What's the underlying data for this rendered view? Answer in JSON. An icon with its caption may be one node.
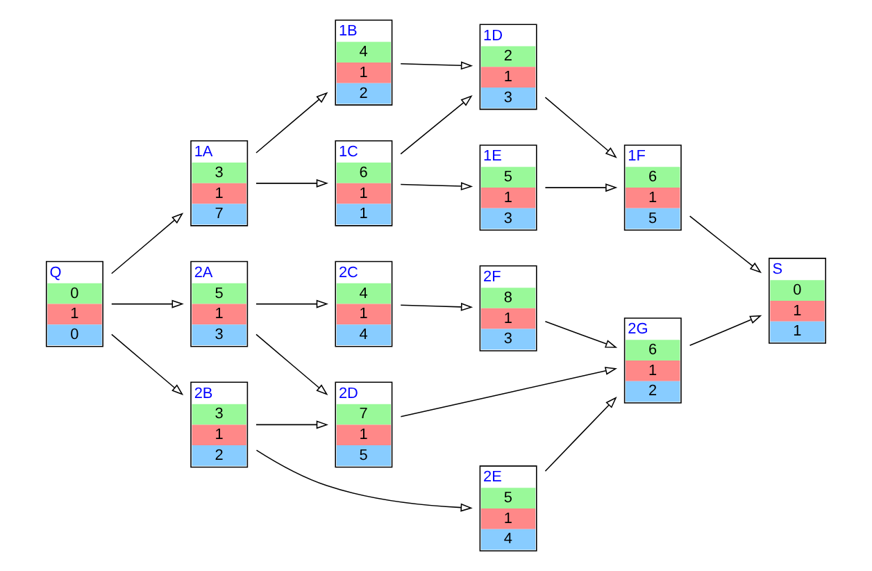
{
  "diagram": {
    "nodes": [
      {
        "text": [
          "Q",
          "0",
          "1",
          "0"
        ]
      },
      {
        "text": [
          "1A",
          "3",
          "1",
          "7"
        ]
      },
      {
        "text": [
          "1B",
          "4",
          "1",
          "2"
        ]
      },
      {
        "text": [
          "1C",
          "6",
          "1",
          "1"
        ]
      },
      {
        "text": [
          "1D",
          "2",
          "1",
          "3"
        ]
      },
      {
        "text": [
          "1E",
          "5",
          "1",
          "3"
        ]
      },
      {
        "text": [
          "1F",
          "6",
          "1",
          "5"
        ]
      },
      {
        "text": [
          "2A",
          "5",
          "1",
          "3"
        ]
      },
      {
        "text": [
          "2B",
          "3",
          "1",
          "2"
        ]
      },
      {
        "text": [
          "2C",
          "4",
          "1",
          "4"
        ]
      },
      {
        "text": [
          "2D",
          "7",
          "1",
          "5"
        ]
      },
      {
        "text": [
          "2E",
          "5",
          "1",
          "4"
        ]
      },
      {
        "text": [
          "2F",
          "8",
          "1",
          "3"
        ]
      },
      {
        "text": [
          "2G",
          "6",
          "1",
          "2"
        ]
      },
      {
        "text": [
          "S",
          "0",
          "1",
          "1"
        ]
      }
    ],
    "edges": [
      {
        "from": 0,
        "to": 1,
        "arrow": "to"
      },
      {
        "from": 0,
        "to": 7,
        "arrow": "to"
      },
      {
        "from": 0,
        "to": 8,
        "arrow": "to"
      },
      {
        "from": 1,
        "to": 2,
        "arrow": "to"
      },
      {
        "from": 1,
        "to": 3,
        "arrow": "to"
      },
      {
        "from": 2,
        "to": 4,
        "arrow": "to"
      },
      {
        "from": 3,
        "to": 4,
        "arrow": "to"
      },
      {
        "from": 3,
        "to": 5,
        "arrow": "to"
      },
      {
        "from": 4,
        "to": 6,
        "arrow": "to"
      },
      {
        "from": 5,
        "to": 6,
        "arrow": "to"
      },
      {
        "from": 6,
        "to": 14,
        "arrow": "to"
      },
      {
        "from": 7,
        "to": 9,
        "arrow": "to"
      },
      {
        "from": 7,
        "to": 10,
        "arrow": "to"
      },
      {
        "from": 8,
        "to": 10,
        "arrow": "to"
      },
      {
        "from": 8,
        "to": 11,
        "arrow": "to"
      },
      {
        "from": 9,
        "to": 12,
        "arrow": "to"
      },
      {
        "from": 10,
        "to": 13,
        "arrow": "to"
      },
      {
        "from": 11,
        "to": 13,
        "arrow": "to"
      },
      {
        "from": 12,
        "to": 13,
        "arrow": "to"
      },
      {
        "from": 13,
        "to": 14,
        "arrow": "to"
      }
    ]
  }
}
